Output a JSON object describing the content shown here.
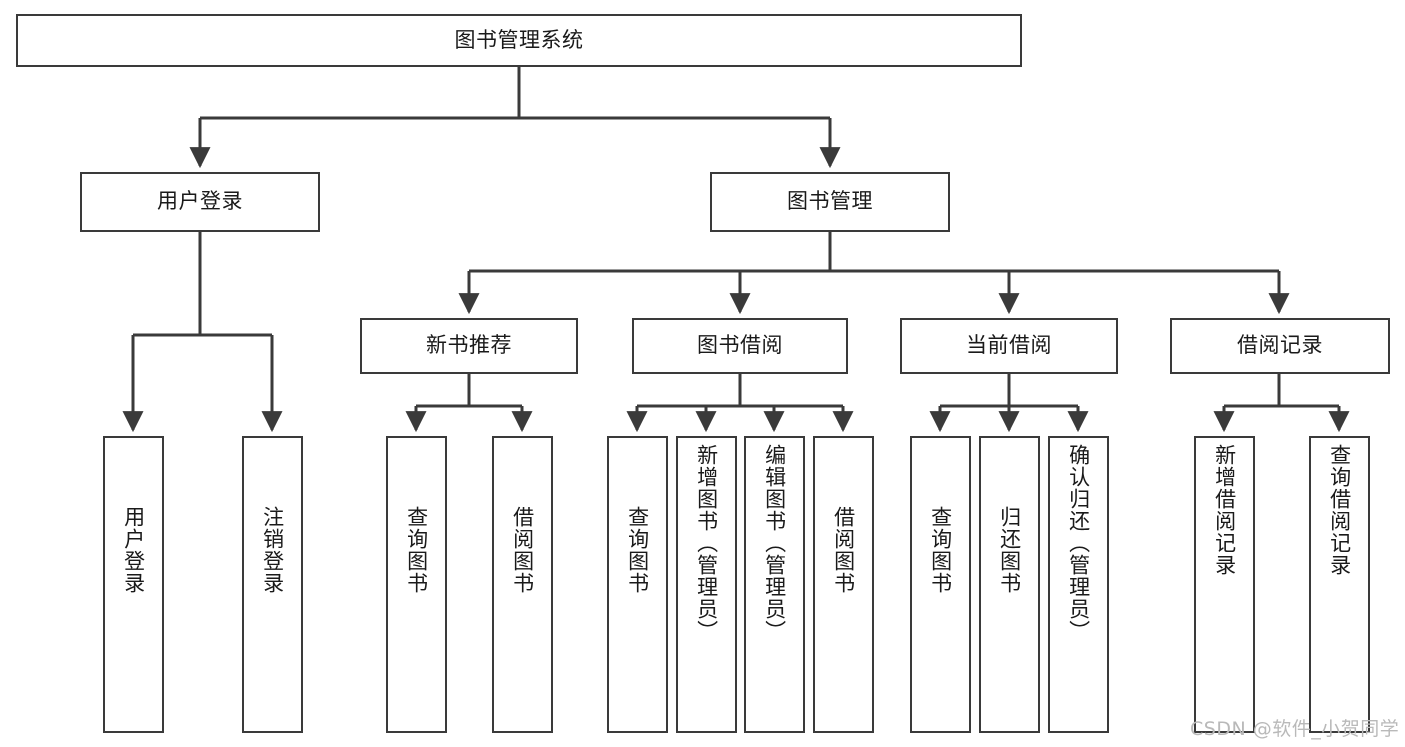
{
  "diagram": {
    "title": "图书管理系统",
    "type": "tree-hierarchy-chart",
    "root": {
      "id": "root",
      "label": "图书管理系统"
    },
    "level2": [
      {
        "id": "user-login",
        "label": "用户登录"
      },
      {
        "id": "book-manage",
        "label": "图书管理"
      }
    ],
    "level3": [
      {
        "id": "new-book-rec",
        "label": "新书推荐",
        "parent": "book-manage"
      },
      {
        "id": "book-borrow",
        "label": "图书借阅",
        "parent": "book-manage"
      },
      {
        "id": "current-borrow",
        "label": "当前借阅",
        "parent": "book-manage"
      },
      {
        "id": "borrow-record",
        "label": "借阅记录",
        "parent": "book-manage"
      }
    ],
    "leaves": {
      "user-login": [
        {
          "id": "leaf-user-login",
          "label": "用户登录"
        },
        {
          "id": "leaf-user-logout",
          "label": "注销登录"
        }
      ],
      "new-book-rec": [
        {
          "id": "leaf-query-book-1",
          "label": "查询图书"
        },
        {
          "id": "leaf-borrow-book-1",
          "label": "借阅图书"
        }
      ],
      "book-borrow": [
        {
          "id": "leaf-query-book-2",
          "label": "查询图书"
        },
        {
          "id": "leaf-add-book",
          "label": "新增图书（管理员）"
        },
        {
          "id": "leaf-edit-book",
          "label": "编辑图书（管理员）"
        },
        {
          "id": "leaf-borrow-book-2",
          "label": "借阅图书"
        }
      ],
      "current-borrow": [
        {
          "id": "leaf-query-book-3",
          "label": "查询图书"
        },
        {
          "id": "leaf-return-book",
          "label": "归还图书"
        },
        {
          "id": "leaf-confirm-return",
          "label": "确认归还（管理员）"
        }
      ],
      "borrow-record": [
        {
          "id": "leaf-add-record",
          "label": "新增借阅记录"
        },
        {
          "id": "leaf-query-record",
          "label": "查询借阅记录"
        }
      ]
    }
  },
  "watermark": {
    "text": "CSDN @软件_小贺同学"
  },
  "colors": {
    "box_border": "#3a3a3a",
    "box_fill": "#ffffff",
    "edge": "#3a3a3a",
    "text": "#1a1a1a",
    "watermark": "#b9b9b9",
    "background": "#ffffff"
  }
}
